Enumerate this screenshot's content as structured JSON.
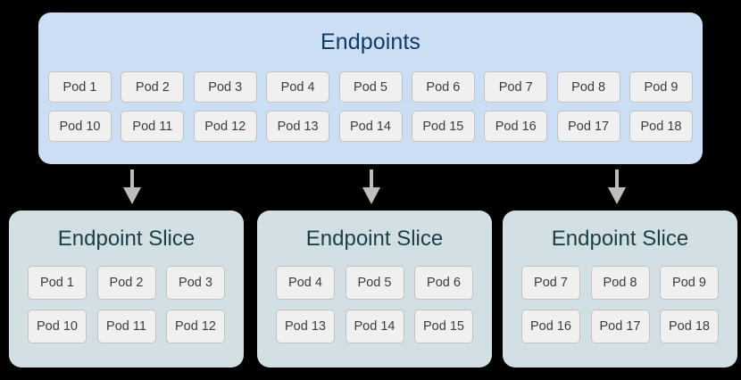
{
  "diagram": {
    "endpoints": {
      "title": "Endpoints",
      "bg_color": "#cbdef3",
      "title_color": "#123a66",
      "rows": [
        [
          "Pod 1",
          "Pod 2",
          "Pod 3",
          "Pod 4",
          "Pod 5",
          "Pod 6",
          "Pod 7",
          "Pod 8",
          "Pod 9"
        ],
        [
          "Pod 10",
          "Pod 11",
          "Pod 12",
          "Pod 13",
          "Pod 14",
          "Pod 15",
          "Pod 16",
          "Pod 17",
          "Pod 18"
        ]
      ]
    },
    "arrows": {
      "icon": "arrow-down-icon",
      "color": "#bdbdbd",
      "count": 3
    },
    "slices": [
      {
        "title": "Endpoint Slice",
        "rows": [
          [
            "Pod 1",
            "Pod 2",
            "Pod 3"
          ],
          [
            "Pod 10",
            "Pod 11",
            "Pod 12"
          ]
        ]
      },
      {
        "title": "Endpoint Slice",
        "rows": [
          [
            "Pod 4",
            "Pod 5",
            "Pod 6"
          ],
          [
            "Pod 13",
            "Pod 14",
            "Pod 15"
          ]
        ]
      },
      {
        "title": "Endpoint Slice",
        "rows": [
          [
            "Pod 7",
            "Pod 8",
            "Pod 9"
          ],
          [
            "Pod 16",
            "Pod 17",
            "Pod 18"
          ]
        ]
      }
    ],
    "slice_bg_color": "#d2e0e4",
    "slice_title_color": "#1d4048",
    "pod_bg_color": "#f0f0f0",
    "pod_border_color": "#c3c3c3",
    "pod_text_color": "#3c3c3c"
  }
}
